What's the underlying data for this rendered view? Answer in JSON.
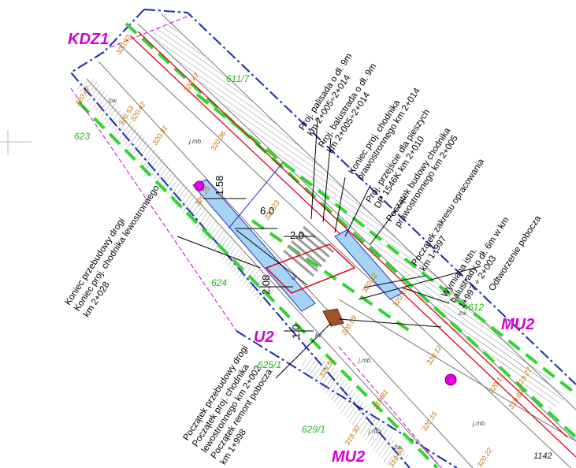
{
  "zones": {
    "kdz1": "KDZ1",
    "u2": "U2",
    "mu2_right": "MU2",
    "mu2_bottom": "MU2"
  },
  "parcels": {
    "p611_7": "611/7",
    "p623": "623",
    "p624": "624",
    "p625_1": "625/1",
    "p629_1": "629/1",
    "p612": "612",
    "p1142": "1142"
  },
  "annotations": {
    "left_1": "Koniec przebudowy drogi",
    "left_2": "Koniec proj. chodnika lewostronnego",
    "left_3": "km 2+028",
    "bottom_1": "Początek przebudowy drogi",
    "bottom_2": "Początek proj. chodnika",
    "bottom_3": "lewostronnego km 2+002",
    "bottom_4": "Początek remont pobocza",
    "bottom_5": "km 1+998",
    "top_a1": "Proj. palisada o dł. 9m",
    "top_a2": "km 2+005÷2+014",
    "top_b1": "Proj. balustrada o dł. 9m",
    "top_b2": "km 2+005÷2+014",
    "top_c1": "Koniec proj. chodnika",
    "top_c2": "prawostronnego km 2+014",
    "top_d1": "Proj. przejście dla pieszych",
    "top_d2": "DP 1546K km 2+010",
    "top_e1": "Początek budowy chodnika",
    "top_e2": "prawostronnego km 2+005",
    "right_a1": "Początek zakresu opracowania",
    "right_a2": "km 1+997",
    "right_b1": "Wymiana istn.",
    "right_b2": "balustrady o dł. 6m w km",
    "right_b3": "1+997 ÷ 2+003",
    "right_c1": "Odtworzenie pobocza"
  },
  "dimensions": {
    "d158": "1.58",
    "d60": "6.0",
    "d20": "2.0",
    "d208": "2.08",
    "d10": "1.0"
  },
  "elevations": {
    "e1": "320.37",
    "e2": "320.47",
    "e3": "320.42",
    "e4": "320.53",
    "e5": "320.31",
    "e6": "320.36",
    "e7": "320.23",
    "e8": "320.12",
    "e9": "320.09",
    "e10": "320.10",
    "e11": "320.12",
    "e12": "319.89",
    "e13": "319.81",
    "e14": "319.51",
    "e15": "320.15",
    "e16": "320.22",
    "e17": "319.30",
    "e18": "319.50",
    "e19": "320.13",
    "e20": "319.27",
    "e21": "320.47",
    "e22": "320.25"
  },
  "misc": {
    "jmb1": "j.mb.",
    "jmb2": "j.mb.",
    "jmb3": "j.mb.",
    "jmb4": "j.mb.",
    "zw": "zw.",
    "zw2": "zw.",
    "zw3": "zw.",
    "kv": "kv",
    "dl": "dl"
  },
  "colors": {
    "zone_magenta": "#d400d4",
    "parcel_green": "#22bb22",
    "boundary_blue": "#1a2aa8",
    "road_red": "#e0001a",
    "elevation_orange": "#c07000",
    "sidewalk_blue": "#a8d4f4"
  }
}
